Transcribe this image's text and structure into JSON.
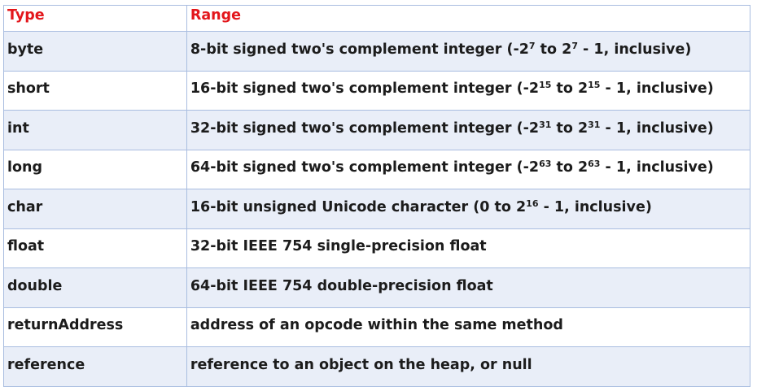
{
  "header": {
    "type": "Type",
    "range": "Range"
  },
  "rows": [
    {
      "type": "byte",
      "range_parts": [
        "8-bit signed two's complement integer (-2",
        "7",
        " to 2",
        "7",
        " - 1, inclusive)"
      ]
    },
    {
      "type": "short",
      "range_parts": [
        "16-bit signed two's complement integer (-2",
        "15",
        " to 2",
        "15",
        " - 1, inclusive)"
      ]
    },
    {
      "type": "int",
      "range_parts": [
        "32-bit signed two's complement integer (-2",
        "31",
        " to 2",
        "31",
        " - 1, inclusive)"
      ]
    },
    {
      "type": "long",
      "range_parts": [
        "64-bit signed two's complement integer (-2",
        "63",
        " to 2",
        "63",
        " - 1, inclusive)"
      ]
    },
    {
      "type": "char",
      "range_parts": [
        "16-bit unsigned Unicode character (0 to 2",
        "16",
        " - 1, inclusive)"
      ]
    },
    {
      "type": "float",
      "range_parts": [
        "32-bit IEEE 754 single-precision float"
      ]
    },
    {
      "type": "double",
      "range_parts": [
        "64-bit IEEE 754 double-precision float"
      ]
    },
    {
      "type": "returnAddress",
      "range_parts": [
        "address of an opcode within the same method"
      ]
    },
    {
      "type": "reference",
      "range_parts": [
        "reference to an object on the heap, or null"
      ]
    }
  ],
  "colors": {
    "header_text": "#e3161b",
    "border": "#a9bde0",
    "stripe": "#e9eef8",
    "text": "#1c1c1c"
  }
}
